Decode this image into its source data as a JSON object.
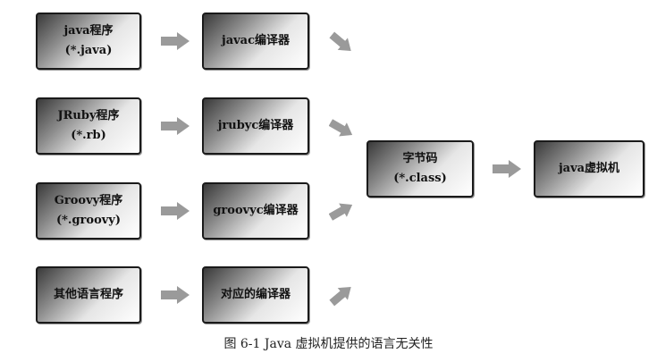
{
  "sources": [
    {
      "line1": "java程序",
      "line2": "(*.java)"
    },
    {
      "line1": "JRuby程序",
      "line2": "(*.rb)"
    },
    {
      "line1": "Groovy程序",
      "line2": "(*.groovy)"
    },
    {
      "line1": "其他语言程序",
      "line2": ""
    }
  ],
  "compilers": [
    {
      "label": "javac编译器"
    },
    {
      "label": "jrubyc编译器"
    },
    {
      "label": "groovyc编译器"
    },
    {
      "label": "对应的编译器"
    }
  ],
  "bytecode": {
    "line1": "字节码",
    "line2": "(*.class)"
  },
  "jvm": {
    "label": "java虚拟机"
  },
  "caption": "图 6-1    Java 虚拟机提供的语言无关性"
}
